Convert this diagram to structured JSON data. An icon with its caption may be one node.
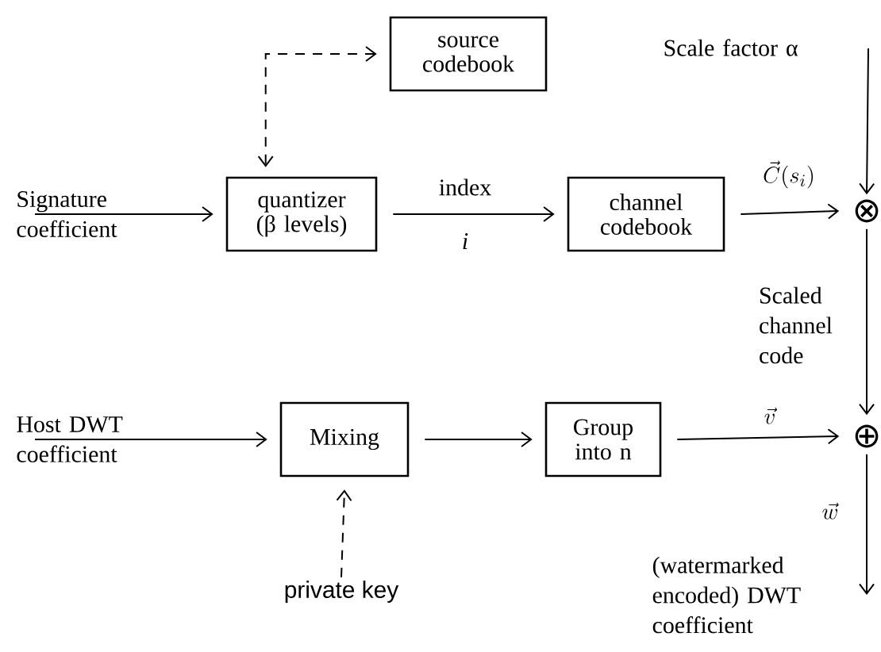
{
  "diagram": {
    "nodes": [
      {
        "text": [
          "source codebook"
        ]
      },
      {
        "text": [
          "quantizer (β levels)"
        ]
      },
      {
        "text": [
          "channel codebook"
        ]
      },
      {
        "text": [
          "⊗"
        ]
      },
      {
        "text": [
          "Mixing"
        ]
      },
      {
        "text": [
          "Group into n"
        ]
      },
      {
        "text": [
          "⊕"
        ]
      },
      {
        "text": [
          "Signature coefficient"
        ]
      },
      {
        "text": [
          "Scale factor α"
        ]
      },
      {
        "text": [
          "Host DWT coefficient"
        ]
      },
      {
        "text": [
          "private key"
        ]
      },
      {
        "text": [
          "(watermarked encoded) DWT coefficient"
        ]
      }
    ],
    "edges": [
      {
        "from": 0,
        "to": 1,
        "arrow": "both",
        "style": "dashed"
      },
      {
        "from": 7,
        "to": 1,
        "arrow": "to"
      },
      {
        "from": 1,
        "to": 2,
        "arrow": "to",
        "label": "index"
      },
      {
        "from": 2,
        "to": 3,
        "arrow": "to",
        "label": "\\vec{C}(s_i)"
      },
      {
        "from": 8,
        "to": 3,
        "arrow": "to"
      },
      {
        "from": 3,
        "to": 6,
        "arrow": "to",
        "label": "Scaled channel code"
      },
      {
        "from": 9,
        "to": 4,
        "arrow": "to"
      },
      {
        "from": 10,
        "to": 4,
        "arrow": "to",
        "style": "dashed"
      },
      {
        "from": 4,
        "to": 5,
        "arrow": "to"
      },
      {
        "from": 5,
        "to": 6,
        "arrow": "to",
        "label": "\\vec{v}"
      },
      {
        "from": 6,
        "to": 11,
        "arrow": "to",
        "label": "\\vec{w}"
      }
    ],
    "labels": [
      "i"
    ]
  }
}
